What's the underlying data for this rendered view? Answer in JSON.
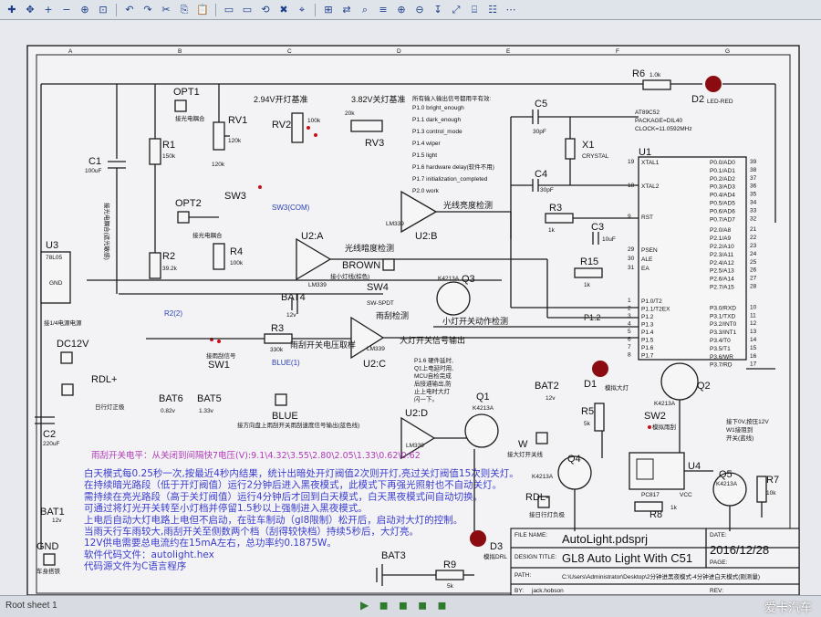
{
  "toolbar": {
    "buttons": [
      "add",
      "pan",
      "zoom-in",
      "zoom-out",
      "zoom-all",
      "zoom-area",
      "undo",
      "redo",
      "cut",
      "copy",
      "paste",
      "block-copy",
      "block-move",
      "block-rotate",
      "block-delete",
      "pick",
      "tag",
      "auto-route",
      "search",
      "property",
      "new-sheet",
      "remove-sheet",
      "goto-child",
      "zoom-to-selection",
      "design-explorer",
      "bom",
      "netlist"
    ]
  },
  "status": {
    "sheet": "Root sheet 1"
  },
  "watermark": "爱卡汽车",
  "grid": {
    "cols": [
      "A",
      "B",
      "C",
      "D",
      "E",
      "F",
      "G"
    ]
  },
  "parts": {
    "opt1": "OPT1",
    "opt1_desc": "接光电耦合",
    "rv1": "RV1",
    "rv1_val": "120k",
    "rv2": "RV2",
    "rv2_val": "100k",
    "rv3": "RV3",
    "rv3_val": "20k",
    "thr1": "2.94V开灯基准",
    "thr2": "3.82V关灯基准",
    "r1": "R1",
    "r1_val": "150k",
    "c1": "C1",
    "c1_val": "100uF",
    "opt2": "OPT2",
    "opt2_desc": "接光电耦合",
    "r2": "R2",
    "r2_val": "39.2k",
    "r4": "R4",
    "r4_val": "100k",
    "sw3": "SW3",
    "sw3_com": "SW3(COM)",
    "tone": "接光电耦合(遮光敏感)",
    "u2a": "U2:A",
    "lm339": "LM339",
    "u2b": "U2:B",
    "u2c": "U2:C",
    "u2d": "U2:D",
    "light_det": "光线亮度检测",
    "dark_det": "光线暗度检测",
    "brown": "BROWN",
    "brown_desc": "接小灯线(棕色)",
    "bat4": "BAT4",
    "bat4_val": "12v",
    "sw4": "SW4",
    "sw4_type": "SW-SPDT",
    "q3": "Q3",
    "q3_part": "K4213A",
    "q3_desc": "小灯开关动作检测",
    "u3": "U3",
    "u3_part": "78L05",
    "u3_gnd": "GND",
    "u3_desc": "接1/4电源电源",
    "dc12v": "DC12V",
    "r2_net": "R2(2)",
    "rdl_plus": "RDL+",
    "rdl_plus_desc": "日行灯正极",
    "c2": "C2",
    "c2_val": "220uF",
    "sw1": "SW1",
    "sw1_desc": "接雨刮信号",
    "r3": "R3",
    "r3_val": "330k",
    "rain_det": "雨刮开关电压取样",
    "rain_chk": "雨刮检测",
    "blue_net": "BLUE(1)",
    "bat6": "BAT6",
    "bat6_val": "0.82v",
    "bat5": "BAT5",
    "bat5_val": "1.33v",
    "blue": "BLUE",
    "blue_desc": "接方向盘上雨刮开关雨刮速度信号输出(蓝色线)",
    "headlight_out": "大灯开关信号输出",
    "p16_note": [
      "P1.6 硬件延时,",
      "Q1上电延时用,",
      "MCU自检完成",
      "后接通输出,防",
      "止上电时大灯",
      "闪一下。"
    ],
    "bat1": "BAT1",
    "bat1_val": "12v",
    "gnd": "GND",
    "gnd_desc": "车身搭铁",
    "q1": "Q1",
    "q1_part": "K4213A",
    "w": "W",
    "w_desc": "接大灯开关线",
    "q4": "Q4",
    "q4_part": "K4213A",
    "rdl_minus": "RDL-",
    "rdl_minus_desc": "接日行灯负极",
    "bat2": "BAT2",
    "bat2_val": "12v",
    "r5": "R5",
    "r5_val": "5k",
    "d1": "D1",
    "d1_desc": "模拟大灯",
    "sw2": "SW2",
    "sw2_desc": "模拟雨刮",
    "w1_desc": [
      "接下0V,按压12V",
      "W1接阻到",
      "开关(蓝线)"
    ],
    "q2": "Q2",
    "q2_part": "K4213A",
    "u4": "U4",
    "u4_part": "PC817",
    "vcc": "VCC",
    "r8": "R8",
    "r8_val": "1k",
    "q5": "Q5",
    "q5_part": "K4213A",
    "r7": "R7",
    "r7_val": "10k",
    "d3": "D3",
    "d3_desc": "模拟DRL",
    "bat3": "BAT3",
    "r9": "R9",
    "r9_val": "5k",
    "r6": "R6",
    "r6_val": "1.0k",
    "d2": "D2",
    "d2_desc": "LED-RED",
    "c5": "C5",
    "c5_val": "30pF",
    "x1": "X1",
    "x1_val": "CRYSTAL",
    "c4": "C4",
    "c4_val": "30pF",
    "r3b": "R3",
    "r3b_val": "1k",
    "c3": "C3",
    "c3_val": "10uF",
    "r15": "R15",
    "r15_val": "1k",
    "u1": "U1",
    "u1_part": "AT89C52",
    "u1_pkg": "PACKAGE=DIL40",
    "u1_clk": "CLOCK=11.0592MHz",
    "p12_net": "P1.2"
  },
  "u1_left_pins": [
    [
      "XTAL1",
      "19"
    ],
    [
      "XTAL2",
      "18"
    ],
    [
      "RST",
      "9"
    ],
    [
      "PSEN",
      "29"
    ],
    [
      "ALE",
      "30"
    ],
    [
      "EA",
      "31"
    ],
    [
      "P1.0/T2",
      "1"
    ],
    [
      "P1.1/T2EX",
      "2"
    ],
    [
      "P1.2",
      "3"
    ],
    [
      "P1.3",
      "4"
    ],
    [
      "P1.4",
      "5"
    ],
    [
      "P1.5",
      "6"
    ],
    [
      "P1.6",
      "7"
    ],
    [
      "P1.7",
      "8"
    ]
  ],
  "u1_right_pins": [
    [
      "P0.0/AD0",
      "39"
    ],
    [
      "P0.1/AD1",
      "38"
    ],
    [
      "P0.2/AD2",
      "37"
    ],
    [
      "P0.3/AD3",
      "36"
    ],
    [
      "P0.4/AD4",
      "35"
    ],
    [
      "P0.5/AD5",
      "34"
    ],
    [
      "P0.6/AD6",
      "33"
    ],
    [
      "P0.7/AD7",
      "32"
    ],
    [
      "P2.0/A8",
      "21"
    ],
    [
      "P2.1/A9",
      "22"
    ],
    [
      "P2.2/A10",
      "23"
    ],
    [
      "P2.3/A11",
      "24"
    ],
    [
      "P2.4/A12",
      "25"
    ],
    [
      "P2.5/A13",
      "26"
    ],
    [
      "P2.6/A14",
      "27"
    ],
    [
      "P2.7/A15",
      "28"
    ],
    [
      "P3.0/RXD",
      "10"
    ],
    [
      "P3.1/TXD",
      "11"
    ],
    [
      "P3.2/INT0",
      "12"
    ],
    [
      "P3.3/INT1",
      "13"
    ],
    [
      "P3.4/T0",
      "14"
    ],
    [
      "P3.5/T1",
      "15"
    ],
    [
      "P3.6/WR",
      "16"
    ],
    [
      "P3.7/RD",
      "17"
    ]
  ],
  "io_list": {
    "title": "所有输入输出信号都用平有效:",
    "items": [
      "P1.0 bright_enough",
      "P1.1 dark_enough",
      "P1.3 control_mode",
      "P1.4 wiper",
      "P1.5 light",
      "P1.6 hardware delay(软件不用)",
      "P1.7 initialization_completed",
      "P2.0 work"
    ]
  },
  "notes": {
    "volts": "雨刮开关电平：从关闭到间隔快7电压(V):9.1\\4.32\\3.55\\2.80\\2.05\\1.33\\0.62\\0.62",
    "lines": [
      "白天模式每0.25秒一次,按最近4秒内结果，统计出暗处开灯阀值2次则开灯,亮过关灯阀值15次则关灯。",
      "在持续暗光路段（低于开灯阀值）运行2分钟后进入黑夜模式，此模式下再强光照射也不自动关灯。",
      "需持续在亮光路段（高于关灯阀值）运行4分钟后才回到白天模式，白天黑夜模式间自动切换。",
      "可通过将灯光开关转至小灯档并停留1.5秒以上强制进入黑夜模式。",
      "上电后自动大灯电路上电但不启动，在驻车制动（gl8限制）松开后，启动对大灯的控制。",
      "当雨天行车雨较大,雨刮开关至侧数两个档（刮得较快档）持续5秒后，大灯亮。",
      "12V供电需要总电流约在15mA左右，总功率约0.1875W。",
      "软件代码文件：autolight.hex",
      "代码源文件为C语言程序"
    ]
  },
  "title_block": {
    "file_name_label": "FILE NAME:",
    "file_name": "AutoLight.pdsprj",
    "date_label": "DATE:",
    "date": "2016/12/28",
    "design_title_label": "DESIGN TITLE:",
    "design_title": "GL8 Auto Light With C51",
    "page_label": "PAGE:",
    "path_label": "PATH:",
    "path": "C:\\Users\\Administrator\\Desktop\\2分钟进黑夜模式-4分钟进白天模式(刚测量)",
    "by_label": "BY:",
    "by": "jack.hobson",
    "rev_label": "REV:"
  }
}
